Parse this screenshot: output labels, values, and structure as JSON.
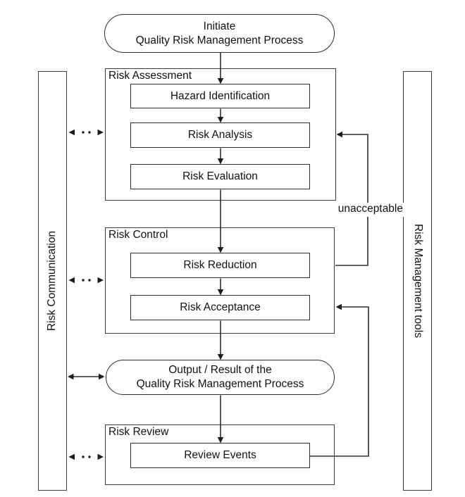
{
  "sidebars": {
    "left": "Risk Communication",
    "right": "Risk Management tools"
  },
  "terminals": {
    "start": {
      "line1": "Initiate",
      "line2": "Quality Risk Management Process"
    },
    "output": {
      "line1": "Output / Result of the",
      "line2": "Quality Risk Management Process"
    }
  },
  "groups": [
    {
      "label": "Risk Assessment",
      "steps": [
        "Hazard Identification",
        "Risk Analysis",
        "Risk Evaluation"
      ]
    },
    {
      "label": "Risk Control",
      "steps": [
        "Risk Reduction",
        "Risk Acceptance"
      ]
    },
    {
      "label": "Risk Review",
      "steps": [
        "Review Events"
      ]
    }
  ],
  "annotations": {
    "unacceptable": "unacceptable"
  },
  "colors": {
    "line": "#2f2f2f",
    "border": "#3c3c3c",
    "text": "#111111",
    "background": "#ffffff"
  }
}
